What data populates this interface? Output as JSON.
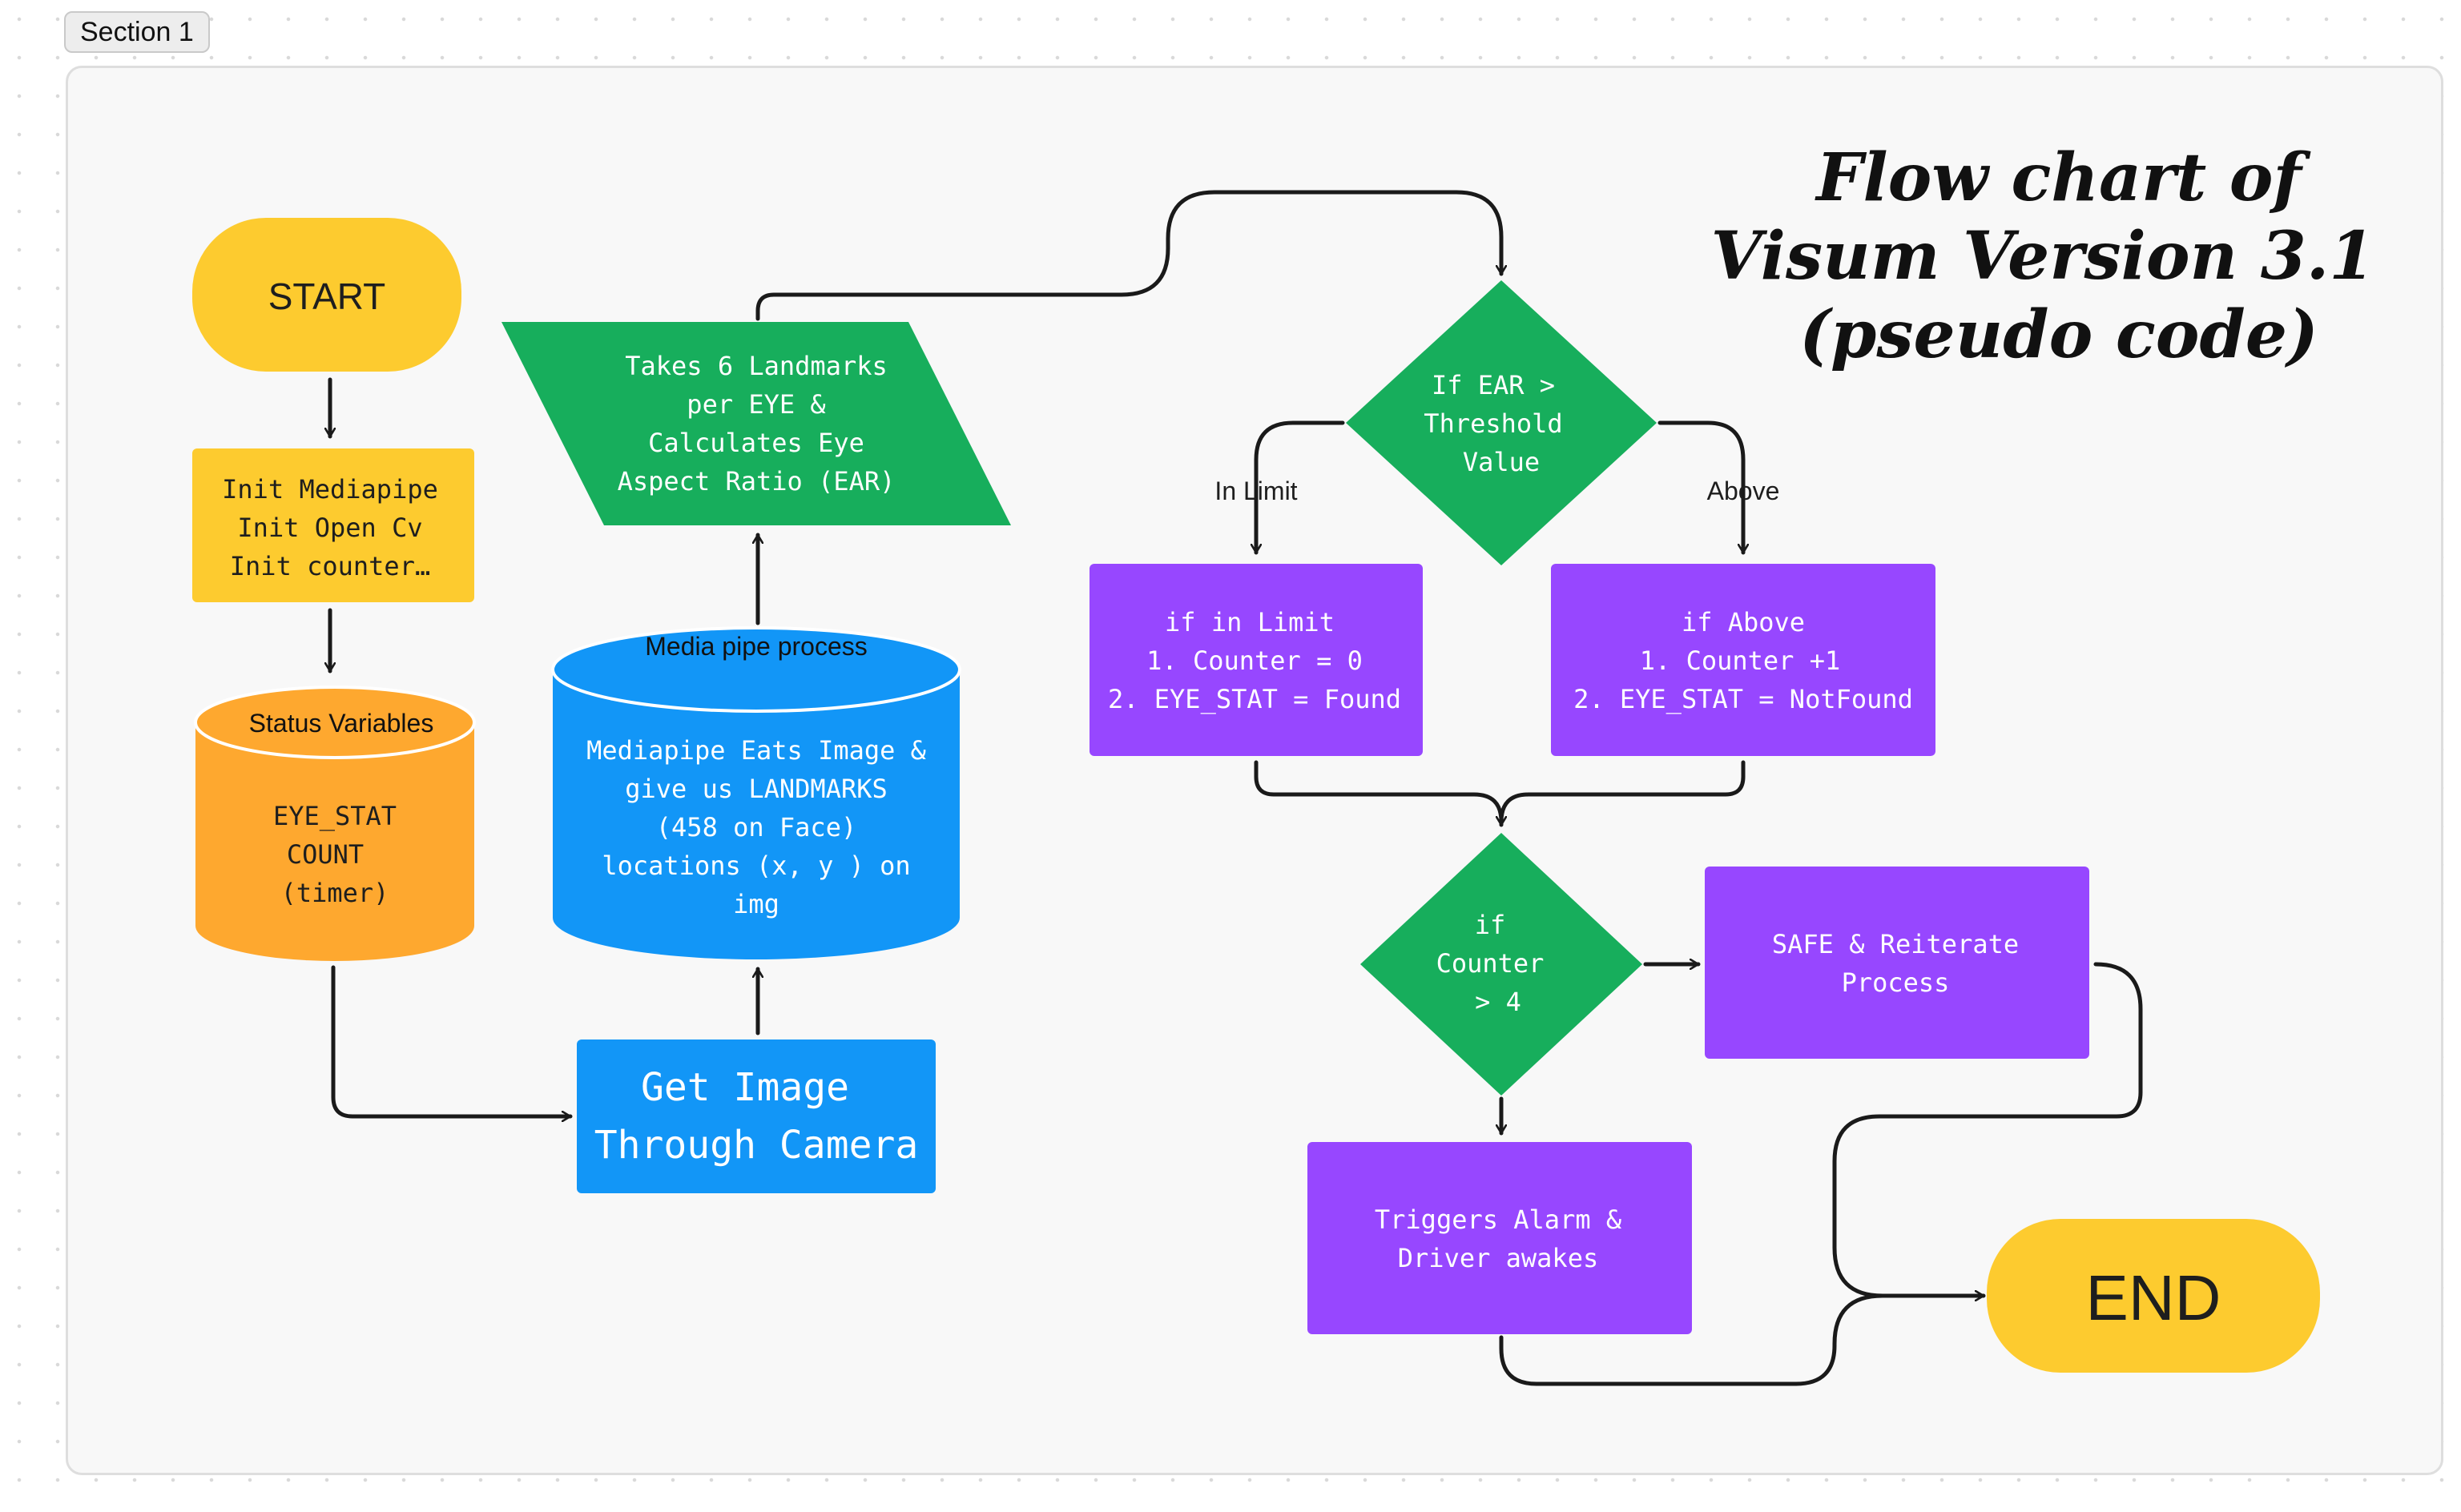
{
  "section": {
    "label": "Section 1"
  },
  "title": {
    "lines": [
      "Flow chart of",
      "Visum Version 3.1",
      "(pseudo code)"
    ]
  },
  "nodes": {
    "start": {
      "label": "START"
    },
    "init": {
      "lines": [
        "Init Mediapipe",
        "Init Open Cv",
        "Init counter…"
      ]
    },
    "status": {
      "title": "Status Variables",
      "lines": [
        "EYE_STAT",
        "COUNT",
        "(timer)"
      ]
    },
    "camera": {
      "lines": [
        "Get Image",
        "Through Camera"
      ]
    },
    "mediapipe": {
      "title": "Media pipe process",
      "lines": [
        "Mediapipe Eats Image &",
        "give us LANDMARKS",
        "(458 on Face)",
        "locations (x, y ) on",
        "img"
      ]
    },
    "landmarks": {
      "lines": [
        "Takes 6 Landmarks",
        "per EYE &",
        "Calculates Eye",
        "Aspect Ratio (EAR)"
      ]
    },
    "ear_decision": {
      "lines": [
        "If EAR >",
        "Threshold",
        "Value"
      ]
    },
    "in_limit": {
      "lines": [
        "if in Limit",
        "1. Counter = 0",
        "2. EYE_STAT = Found"
      ]
    },
    "above": {
      "lines": [
        "if Above",
        "1. Counter +1",
        "2. EYE_STAT = NotFound"
      ]
    },
    "counter_decision": {
      "lines": [
        "if",
        "Counter",
        "> 4"
      ]
    },
    "safe": {
      "lines": [
        "SAFE & Reiterate",
        "Process"
      ]
    },
    "alarm": {
      "lines": [
        "Triggers Alarm &",
        "Driver awakes"
      ]
    },
    "end": {
      "label": "END"
    }
  },
  "edge_labels": {
    "in_limit": "In Limit",
    "above": "Above"
  },
  "colors": {
    "yellow": "#fdcb2f",
    "orange": "#fea82f",
    "blue": "#1296f7",
    "green": "#17ae5c",
    "purple": "#9747ff",
    "connector": "#1a1a1a",
    "dark_text": "#1e1e1e",
    "light_text": "#ffffff"
  }
}
